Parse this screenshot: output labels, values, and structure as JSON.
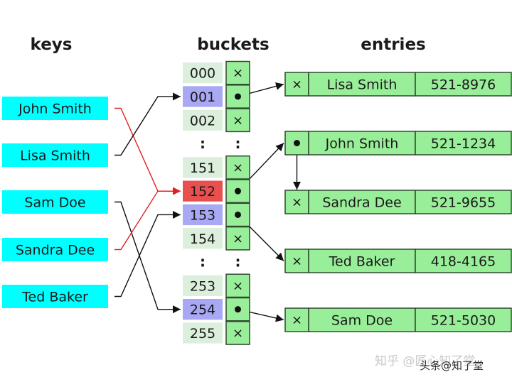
{
  "headers": {
    "keys": "keys",
    "buckets": "buckets",
    "entries": "entries"
  },
  "keys": [
    "John Smith",
    "Lisa Smith",
    "Sam Doe",
    "Sandra Dee",
    "Ted Baker"
  ],
  "buckets": [
    {
      "index": "000",
      "state": "empty",
      "highlight": "none"
    },
    {
      "index": "001",
      "state": "pointer",
      "highlight": "blue"
    },
    {
      "index": "002",
      "state": "empty",
      "highlight": "none"
    },
    {
      "index": ":",
      "state": "gap",
      "highlight": "none"
    },
    {
      "index": "151",
      "state": "empty",
      "highlight": "none"
    },
    {
      "index": "152",
      "state": "pointer",
      "highlight": "red"
    },
    {
      "index": "153",
      "state": "pointer",
      "highlight": "blue"
    },
    {
      "index": "154",
      "state": "empty",
      "highlight": "none"
    },
    {
      "index": ":",
      "state": "gap",
      "highlight": "none"
    },
    {
      "index": "253",
      "state": "empty",
      "highlight": "none"
    },
    {
      "index": "254",
      "state": "pointer",
      "highlight": "blue"
    },
    {
      "index": "255",
      "state": "empty",
      "highlight": "none"
    }
  ],
  "entries": [
    {
      "name": "Lisa Smith",
      "phone": "521-8976",
      "next": "empty"
    },
    {
      "name": "John Smith",
      "phone": "521-1234",
      "next": "pointer"
    },
    {
      "name": "Sandra Dee",
      "phone": "521-9655",
      "next": "empty"
    },
    {
      "name": "Ted Baker",
      "phone": "418-4165",
      "next": "empty"
    },
    {
      "name": "Sam Doe",
      "phone": "521-5030",
      "next": "empty"
    }
  ],
  "key_to_bucket": [
    {
      "key": "John Smith",
      "bucket": "152",
      "collision": true
    },
    {
      "key": "Lisa Smith",
      "bucket": "001",
      "collision": false
    },
    {
      "key": "Sam Doe",
      "bucket": "254",
      "collision": false
    },
    {
      "key": "Sandra Dee",
      "bucket": "152",
      "collision": true
    },
    {
      "key": "Ted Baker",
      "bucket": "153",
      "collision": false
    }
  ],
  "bucket_to_entry": [
    {
      "bucket": "001",
      "entry": "Lisa Smith"
    },
    {
      "bucket": "152",
      "entry": "John Smith"
    },
    {
      "bucket": "153",
      "entry": "Ted Baker"
    },
    {
      "bucket": "254",
      "entry": "Sam Doe"
    }
  ],
  "chain": [
    {
      "from": "John Smith",
      "to": "Sandra Dee"
    }
  ],
  "symbols": {
    "empty": "×",
    "gap": ":"
  },
  "colors": {
    "key_fill": "#00ffff",
    "bucket_plain": "#dceedc",
    "bucket_blue": "#a8a8f4",
    "bucket_red": "#e85050",
    "cell_fill": "#99ee99",
    "cell_stroke": "#2e4a2e",
    "arrow": "#111111",
    "collision_arrow": "#e02020"
  },
  "watermark": {
    "ghost": "知乎 @匠心知了堂",
    "main": "头条@知了堂"
  }
}
